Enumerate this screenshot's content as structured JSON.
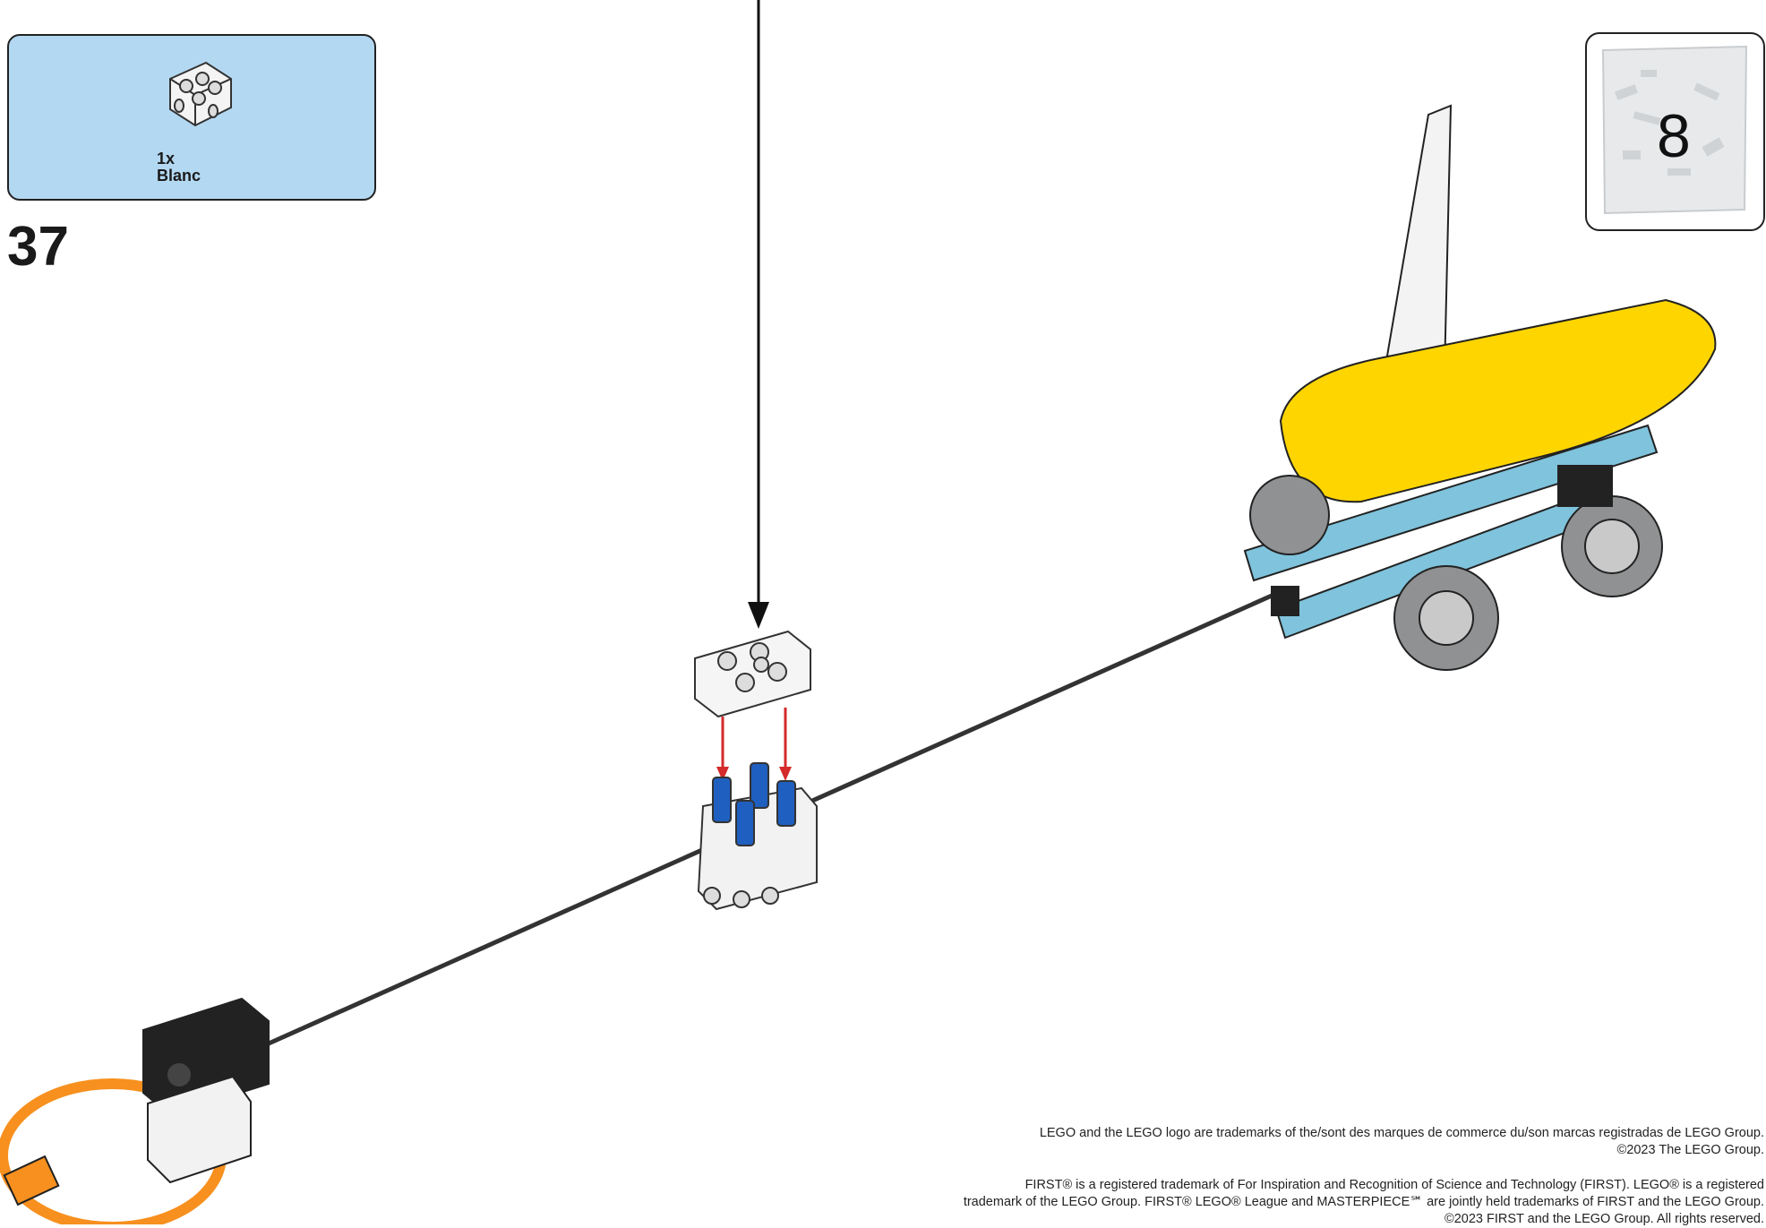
{
  "step": {
    "number": "37"
  },
  "parts_callout": {
    "quantity": "1x",
    "color": "Blanc",
    "part_icon": "white-technic-connector-icon"
  },
  "bag": {
    "number": "8",
    "icon": "parts-bag-icon"
  },
  "legal": {
    "line1": "LEGO and the LEGO logo are trademarks of the/sont des marques de commerce du/son marcas registradas de LEGO Group.",
    "line2": "©2023 The LEGO Group.",
    "line3": "FIRST® is a registered trademark of For Inspiration and Recognition of Science and Technology (FIRST). LEGO® is a registered",
    "line4": "trademark of the LEGO Group. FIRST® LEGO® League and MASTERPIECE℠ are jointly held trademarks of FIRST and the LEGO Group.",
    "line5": "©2023 FIRST and the LEGO Group. All rights reserved."
  },
  "colors": {
    "callout_bg": "#b3d8f2",
    "yellow": "#ffd500",
    "light_blue": "#7fc3dc",
    "pin_blue": "#1f5fbf",
    "orange": "#f7901e",
    "arrow_red": "#d42a2a"
  }
}
